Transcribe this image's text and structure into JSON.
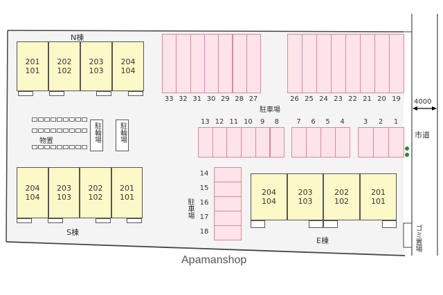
{
  "buildings": {
    "north": {
      "label": "N棟",
      "units": [
        {
          "upper": "201",
          "lower": "101"
        },
        {
          "upper": "202",
          "lower": "102"
        },
        {
          "upper": "203",
          "lower": "103"
        },
        {
          "upper": "204",
          "lower": "104"
        }
      ]
    },
    "south": {
      "label": "S棟",
      "units": [
        {
          "upper": "204",
          "lower": "104"
        },
        {
          "upper": "203",
          "lower": "103"
        },
        {
          "upper": "202",
          "lower": "102"
        },
        {
          "upper": "201",
          "lower": "101"
        }
      ]
    },
    "east": {
      "label": "E棟",
      "units": [
        {
          "upper": "204",
          "lower": "104"
        },
        {
          "upper": "203",
          "lower": "103"
        },
        {
          "upper": "202",
          "lower": "102"
        },
        {
          "upper": "201",
          "lower": "101"
        }
      ]
    }
  },
  "parking": {
    "label": "駐車場",
    "top_left_row": [
      "33",
      "32",
      "31",
      "30",
      "29",
      "28",
      "27"
    ],
    "top_right_row": [
      "26",
      "25",
      "24",
      "23",
      "22",
      "21",
      "20",
      "19"
    ],
    "middle_row_a": [
      "13",
      "12",
      "11",
      "10",
      "9",
      "8"
    ],
    "middle_row_b": [
      "7",
      "6",
      "5",
      "4"
    ],
    "middle_row_c": [
      "3",
      "2",
      "1"
    ],
    "vertical_column": [
      "14",
      "15",
      "16",
      "17",
      "18"
    ]
  },
  "facilities": {
    "storage": "物置",
    "bicycle_parking_1": "駐輪場",
    "bicycle_parking_2": "駐輪場",
    "garbage": "ゴミ置場"
  },
  "road": {
    "label": "市道",
    "width_mm": "4000"
  },
  "colors": {
    "building_fill": "#fdf8c8",
    "parking_fill": "#fde3ea",
    "parking_border": "#d88a98",
    "marker": "#2e8b2e"
  },
  "watermark": "Apamanshop"
}
